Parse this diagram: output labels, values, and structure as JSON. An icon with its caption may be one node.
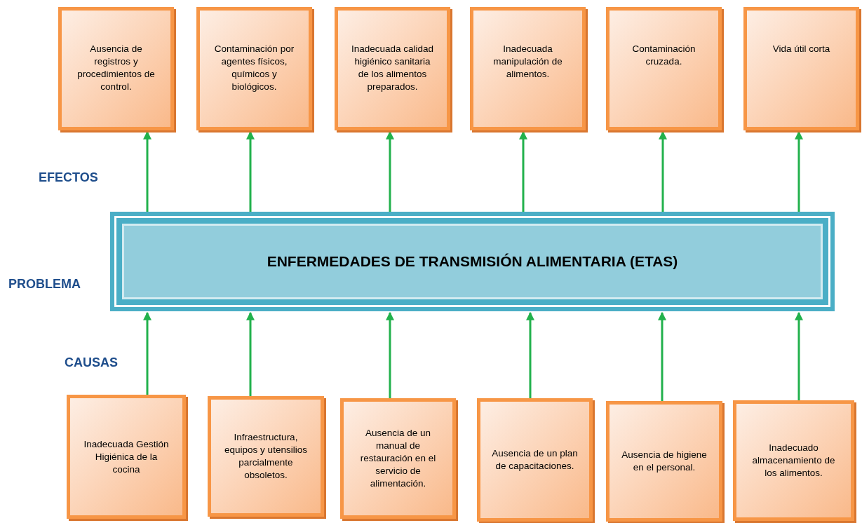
{
  "diagram": {
    "nodes": [
      {
        "text": [
          "Ausencia de registros y procedimientos de control."
        ]
      },
      {
        "text": [
          "Contaminación por agentes físicos, químicos y biológicos."
        ]
      },
      {
        "text": [
          "Inadecuada calidad higiénico sanitaria de los alimentos preparados."
        ]
      },
      {
        "text": [
          "Inadecuada manipulación de alimentos."
        ]
      },
      {
        "text": [
          "Contaminación cruzada."
        ]
      },
      {
        "text": [
          "Vida útil corta"
        ]
      },
      {
        "text": [
          "ENFERMEDADES DE TRANSMISIÓN ALIMENTARIA (ETAS)"
        ]
      },
      {
        "text": [
          "Inadecuada Gestión Higiénica de la cocina"
        ]
      },
      {
        "text": [
          "Infraestructura, equipos y utensilios parcialmente obsoletos."
        ]
      },
      {
        "text": [
          "Ausencia de un manual de restauración en el servicio de alimentación."
        ]
      },
      {
        "text": [
          "Ausencia de un plan de capacitaciones."
        ]
      },
      {
        "text": [
          "Ausencia de higiene en el personal."
        ]
      },
      {
        "text": [
          "Inadecuado almacenamiento de los alimentos."
        ]
      }
    ],
    "edges": [
      {
        "from": 6,
        "to": 0,
        "arrow": "to"
      },
      {
        "from": 6,
        "to": 1,
        "arrow": "to"
      },
      {
        "from": 6,
        "to": 2,
        "arrow": "to"
      },
      {
        "from": 6,
        "to": 3,
        "arrow": "to"
      },
      {
        "from": 6,
        "to": 4,
        "arrow": "to"
      },
      {
        "from": 6,
        "to": 5,
        "arrow": "to"
      },
      {
        "from": 7,
        "to": 6,
        "arrow": "to"
      },
      {
        "from": 8,
        "to": 6,
        "arrow": "to"
      },
      {
        "from": 9,
        "to": 6,
        "arrow": "to"
      },
      {
        "from": 10,
        "to": 6,
        "arrow": "to"
      },
      {
        "from": 11,
        "to": 6,
        "arrow": "to"
      },
      {
        "from": 12,
        "to": 6,
        "arrow": "to"
      }
    ],
    "labels": [
      "EFECTOS",
      "PROBLEMA",
      "CAUSAS"
    ]
  }
}
